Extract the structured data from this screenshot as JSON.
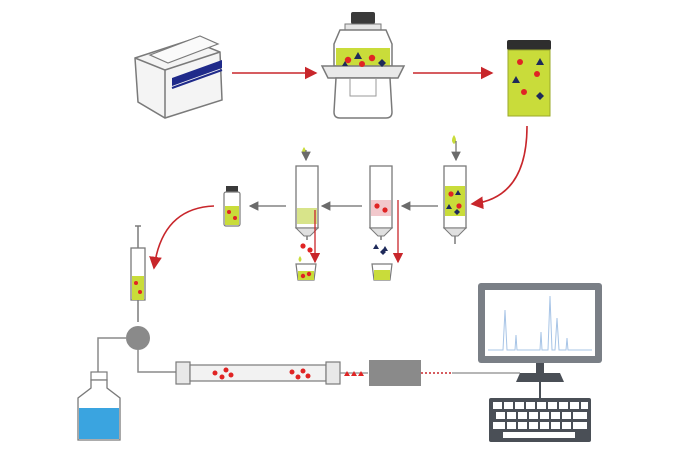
{
  "diagram": {
    "stages": [
      {
        "id": "sample-carton",
        "icon": "carton-icon"
      },
      {
        "id": "homogenizer",
        "icon": "homogenizer-icon"
      },
      {
        "id": "extract-jar",
        "icon": "jar-icon"
      },
      {
        "id": "spe-load",
        "icon": "spe-cartridge-icon"
      },
      {
        "id": "spe-wash",
        "icon": "spe-cartridge-icon"
      },
      {
        "id": "spe-elute",
        "icon": "spe-cartridge-icon"
      },
      {
        "id": "vial",
        "icon": "vial-icon"
      },
      {
        "id": "syringe",
        "icon": "syringe-icon"
      },
      {
        "id": "solvent-bottle",
        "icon": "bottle-icon"
      },
      {
        "id": "hplc-column",
        "icon": "column-icon"
      },
      {
        "id": "detector",
        "icon": "detector-icon"
      },
      {
        "id": "computer",
        "icon": "computer-icon"
      }
    ],
    "colors": {
      "sample_liquid": "#c9dc3a",
      "arrow_red": "#c8262b",
      "arrow_grey": "#6b6b6b",
      "analyte_red": "#e02424",
      "matrix_dark": "#1e2a5a",
      "device_grey": "#8a8a8a",
      "solvent_blue": "#3aa4e0",
      "carton_blue": "#1f2a8a"
    }
  }
}
